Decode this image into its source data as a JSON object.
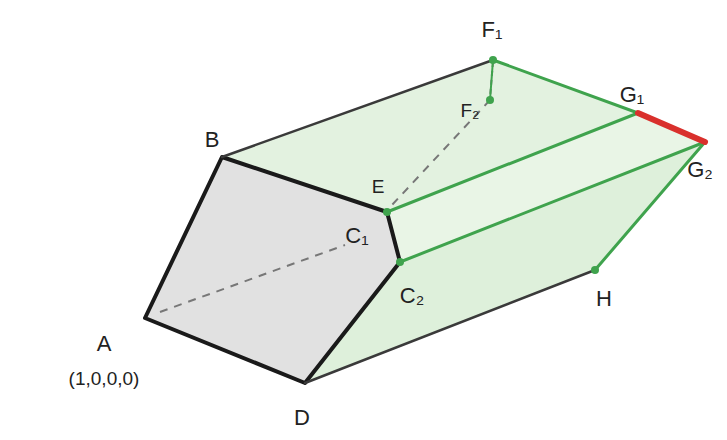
{
  "diagram": {
    "labels": [
      "F₁",
      "F₂",
      "G₁",
      "G₂",
      "B",
      "E",
      "C₁",
      "C₂",
      "A",
      "(1,0,0,0)",
      "D",
      "H"
    ]
  }
}
